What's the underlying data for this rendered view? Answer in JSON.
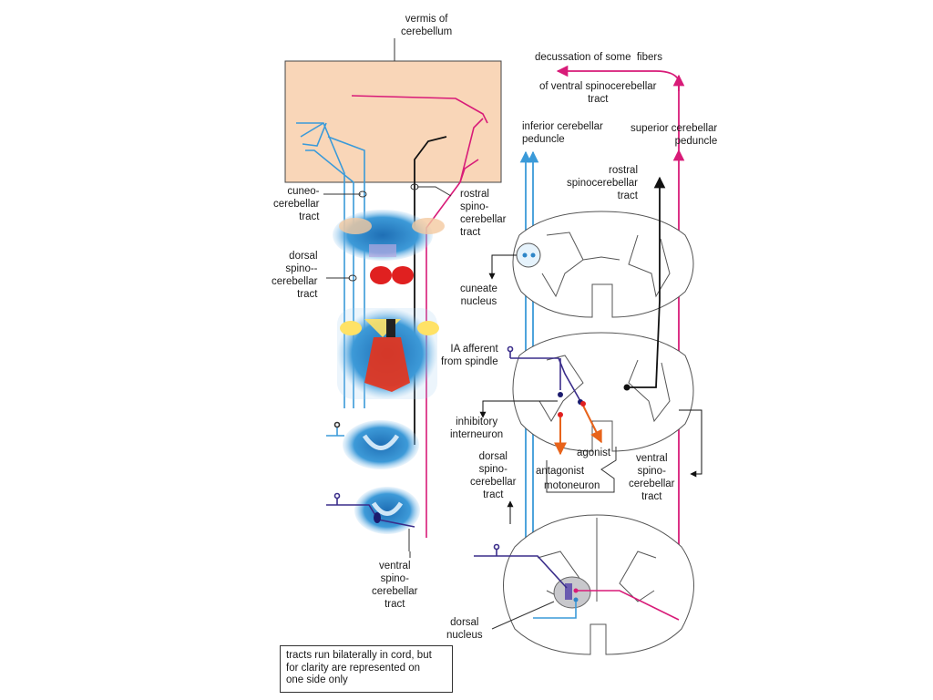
{
  "labels": {
    "vermis": "vermis of\ncerebellum",
    "cuneocerebellar": "cuneo-\ncerebellar\ntract",
    "rostral_left": "rostral\nspino-\ncerebellar\ntract",
    "dorsal_left": "dorsal\nspino--\ncerebellar\ntract",
    "ventral_left": "ventral\nspino-\ncerebellar\ntract",
    "decussation": "decussation of some  fibers",
    "ventral_top": "of ventral spinocerebellar\ntract",
    "inferior_peduncle": "inferior cerebellar\npeduncle",
    "superior_peduncle": "superior cerebellar\npeduncle",
    "rostral_right": "rostral\nspinocerebellar\ntract",
    "cuneate_nucleus": "cuneate\nnucleus",
    "ia_afferent": "IA afferent\nfrom spindle",
    "inhibitory_interneuron": "inhibitory\ninterneuron",
    "agonist": "agonist",
    "antagonist": "antagonist",
    "motoneuron": "motoneuron",
    "dorsal_right": "dorsal\nspino-\ncerebellar\ntract",
    "ventral_right": "ventral\nspino-\ncerebellar\ntract",
    "dorsal_nucleus": "dorsal\nnucleus",
    "note": "tracts run bilaterally in cord, but\nfor clarity are represented on\none side only"
  },
  "colors": {
    "cerebellum_fill": "#f9d6b8",
    "tract_blue": "#3a9ad9",
    "tract_pink": "#d81b78",
    "tract_black": "#111111",
    "ia_purple": "#3a2d8a",
    "orange": "#e8631a",
    "section_blue": "#2e86c8"
  }
}
